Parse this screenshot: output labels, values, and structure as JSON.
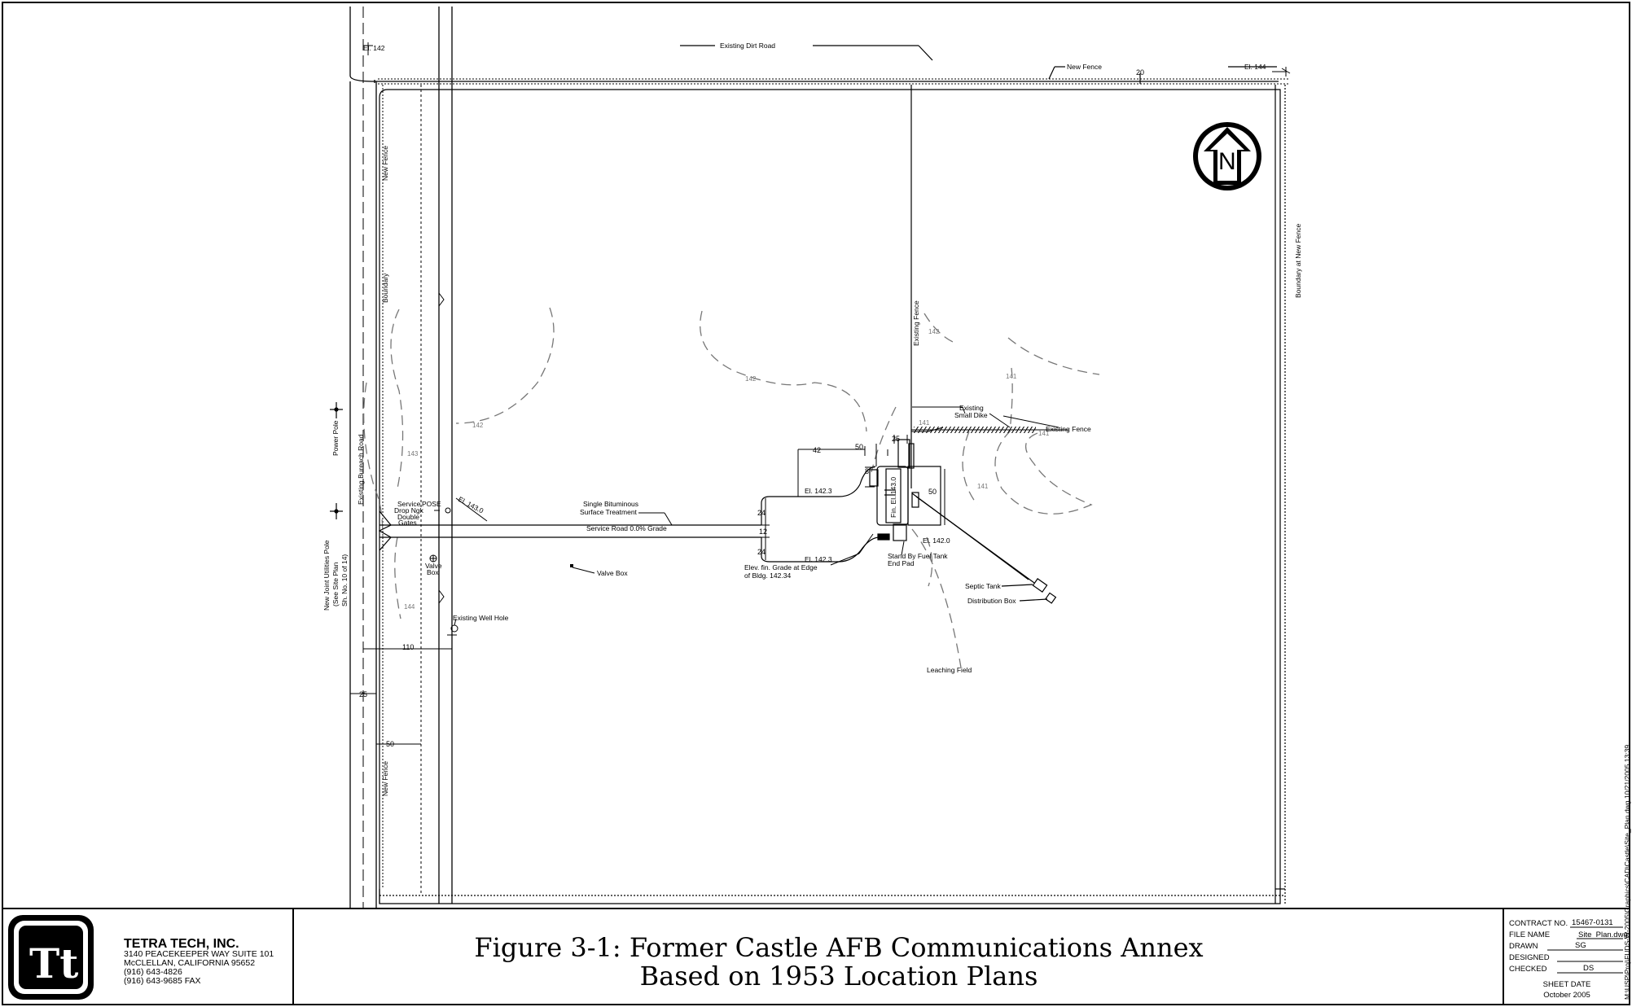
{
  "labels": {
    "existing_dirt_road": "Existing Dirt Road",
    "el_142": "El. 142",
    "new_fence_top": "New Fence",
    "dim_20": "20",
    "el_144": "El. 144",
    "new_fence_left_top": "New Fence",
    "boundary_left": "Boundary",
    "boundary_right": "Boundary at New Fence",
    "existing_fence_vert": "Existing Fence",
    "power_pole": "Power Pole",
    "existing_bureach_road": "Existing Bureach Road",
    "new_joint_utilities_pole_1": "New Joint Utilities Pole",
    "new_joint_utilities_pole_2": "(See Site Plan",
    "new_joint_utilities_pole_3": "Sh. No. 10 of 14)",
    "service_drop": "Service",
    "service_drop_2": "Drop Ngk",
    "double_gates_1": "Double",
    "double_gates_2": "Gates",
    "pose": "POSE",
    "el_143_0": "El. 143.0",
    "single_bituminous_1": "Single Bituminous",
    "single_bituminous_2": "Surface Treatment",
    "service_road": "Service Road 0.0% Grade",
    "valve_box_small_1": "Valve",
    "valve_box_small_2": "Box",
    "valve_box": "Valve Box",
    "existing_well_hole": "Existing Well Hole",
    "dim_110": "110",
    "dim_25": "25",
    "dim_50": "50",
    "new_fence_left_bottom": "New Fence",
    "dim_42": "42",
    "dim_50_top": "50",
    "dim_25_top": "25",
    "dim_8": "8",
    "el_142_3_top": "El. 142.3",
    "el_142_3_bot": "El. 142.3",
    "dim_24_top": "24",
    "dim_12": "12",
    "dim_24_bot": "24",
    "fin_el": "Fin. El. 143.0",
    "dim_50_right": "50",
    "el_142_0": "El. 142.0",
    "stand_by_1": "Stand By Fuel Tank",
    "stand_by_2": "End Pad",
    "elev_fin_1": "Elev. fin. Grade at Edge",
    "elev_fin_2": "of Bldg. 142.34",
    "existing_small_dike_1": "Existing",
    "existing_small_dike_2": "Small Dike",
    "existing_fence": "Existing Fence",
    "septic_tank": "Septic Tank",
    "distribution_box": "Distribution Box",
    "leaching_field": "Leaching Field",
    "north": "N",
    "contour_142_a": "142",
    "contour_142_b": "142",
    "contour_142_c": "142",
    "contour_141_a": "141",
    "contour_141_b": "141",
    "contour_141_c": "141",
    "contour_141_d": "141",
    "contour_143": "143",
    "contour_144": "144"
  },
  "title_block": {
    "logo_text": "Tt",
    "company": "TETRA TECH, INC.",
    "address_1": "3140 PEACEKEEPER WAY SUITE 101",
    "address_2": "McCLELLAN, CALIFORNIA 95652",
    "phone": "(916) 643-4826",
    "fax": "(916) 643-9685 FAX",
    "figure_title_1": "Figure 3-1: Former Castle AFB Communications Annex",
    "figure_title_2": "Based on 1953 Location Plans",
    "contract_label": "CONTRACT NO.",
    "contract_value": "15467-0131",
    "file_label": "FILE NAME",
    "file_value": "Site_Plan.dwg",
    "drawn_label": "DRAWN",
    "drawn_value": "SG",
    "designed_label": "DESIGNED",
    "designed_value": "",
    "checked_label": "CHECKED",
    "checked_value": "DS",
    "sheet_date_label": "SHEET DATE",
    "sheet_date_value": "October 2005",
    "side_path": "M:\\USP\\Proj\\FUDS-W-2005\\Graphics\\CAD\\Castle\\Site_Plan.dwg  10/21/2005  13:39"
  }
}
